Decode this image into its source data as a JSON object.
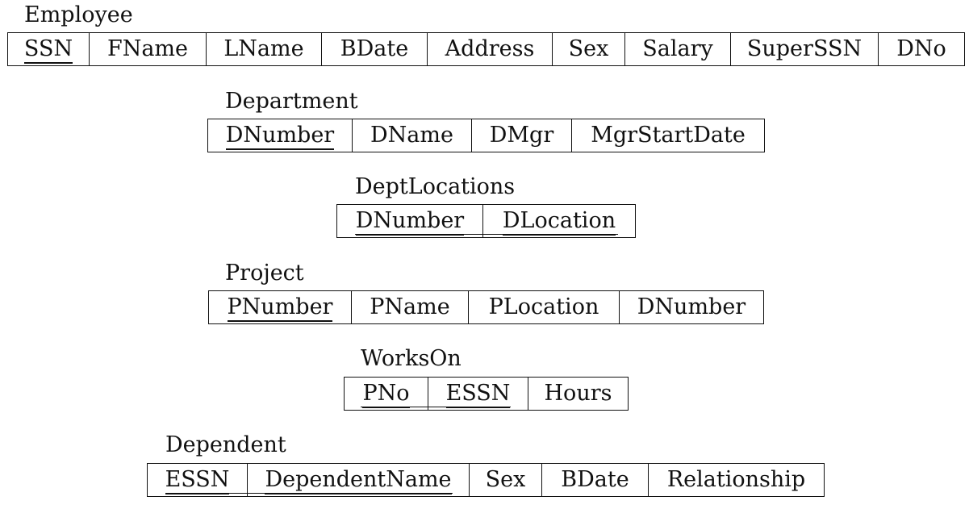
{
  "relations": [
    {
      "name": "Employee",
      "attributes": [
        {
          "label": "SSN",
          "key": true
        },
        {
          "label": "FName",
          "key": false
        },
        {
          "label": "LName",
          "key": false
        },
        {
          "label": "BDate",
          "key": false
        },
        {
          "label": "Address",
          "key": false
        },
        {
          "label": "Sex",
          "key": false
        },
        {
          "label": "Salary",
          "key": false
        },
        {
          "label": "SuperSSN",
          "key": false
        },
        {
          "label": "DNo",
          "key": false
        }
      ]
    },
    {
      "name": "Department",
      "attributes": [
        {
          "label": "DNumber",
          "key": true
        },
        {
          "label": "DName",
          "key": false
        },
        {
          "label": "DMgr",
          "key": false
        },
        {
          "label": "MgrStartDate",
          "key": false
        }
      ]
    },
    {
      "name": "DeptLocations",
      "attributes": [
        {
          "label": "DNumber",
          "key": true
        },
        {
          "label": "DLocation",
          "key": true
        }
      ]
    },
    {
      "name": "Project",
      "attributes": [
        {
          "label": "PNumber",
          "key": true
        },
        {
          "label": "PName",
          "key": false
        },
        {
          "label": "PLocation",
          "key": false
        },
        {
          "label": "DNumber",
          "key": false
        }
      ]
    },
    {
      "name": "WorksOn",
      "attributes": [
        {
          "label": "PNo",
          "key": true
        },
        {
          "label": "ESSN",
          "key": true
        },
        {
          "label": "Hours",
          "key": false
        }
      ]
    },
    {
      "name": "Dependent",
      "attributes": [
        {
          "label": "ESSN",
          "key": true
        },
        {
          "label": "DependentName",
          "key": true
        },
        {
          "label": "Sex",
          "key": false
        },
        {
          "label": "BDate",
          "key": false
        },
        {
          "label": "Relationship",
          "key": false
        }
      ]
    }
  ]
}
